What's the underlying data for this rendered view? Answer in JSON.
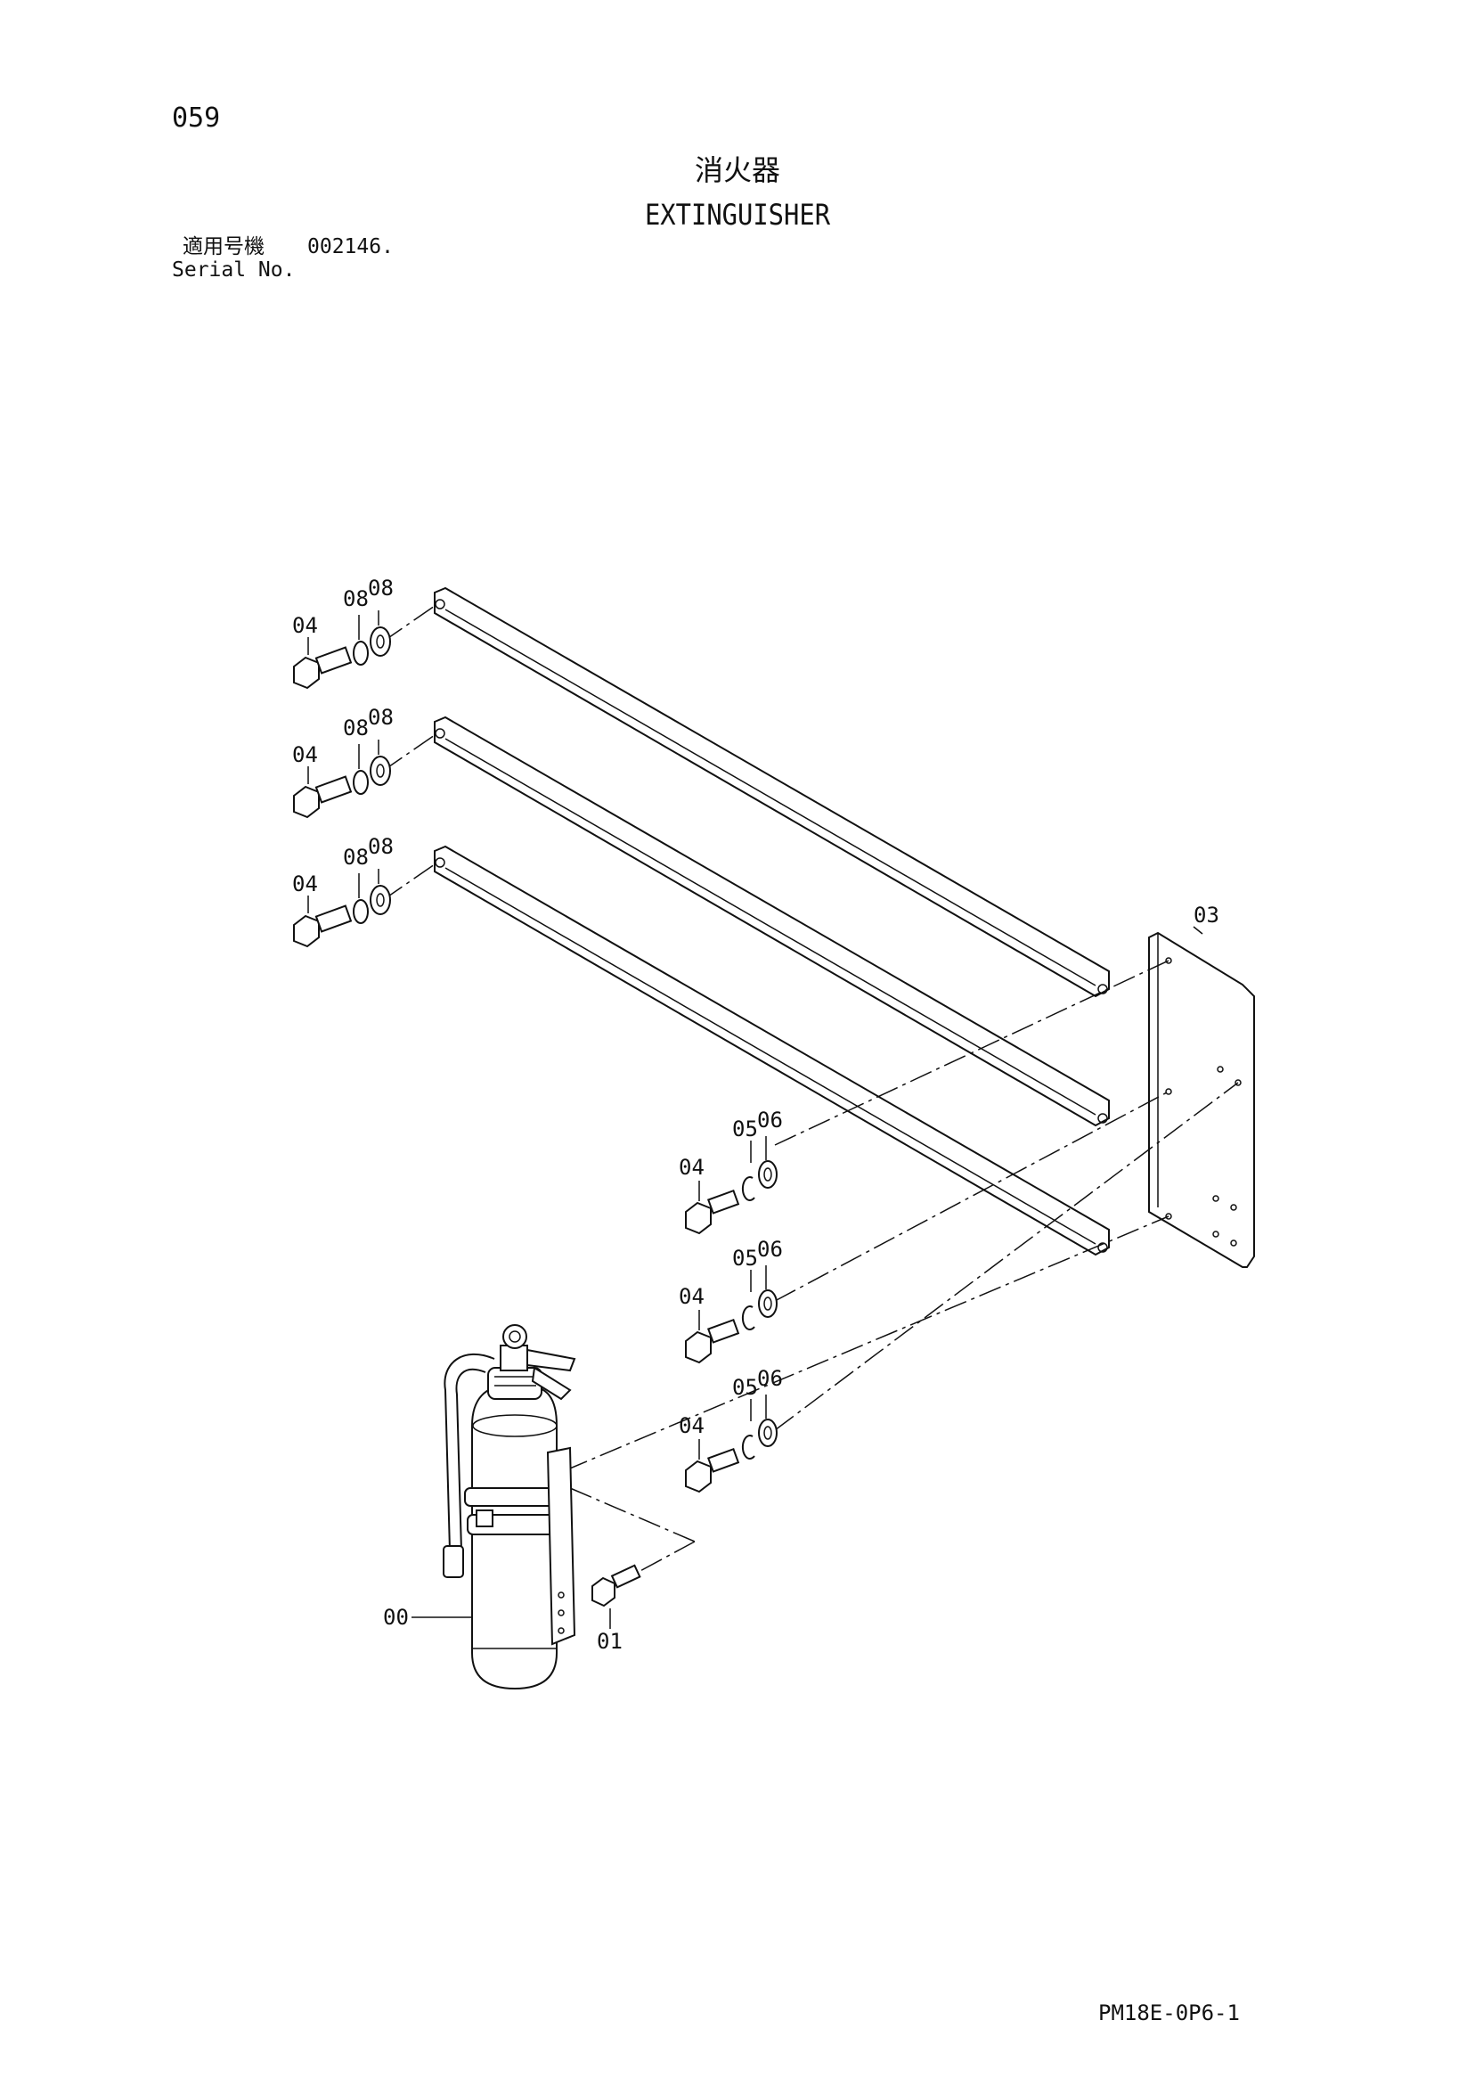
{
  "page_number": "059",
  "title_jp": "消火器",
  "title_en": "EXTINGUISHER",
  "serial": {
    "label_jp": "適用号機",
    "value": "002146.",
    "label_en": "Serial No."
  },
  "doc_code": "PM18E-0P6-1",
  "callouts": {
    "extinguisher": "00",
    "bolt_small": "01",
    "plate": "03",
    "bolt": "04",
    "washer_spring": "05",
    "washer_plain": "06",
    "washer_rod": "08"
  }
}
